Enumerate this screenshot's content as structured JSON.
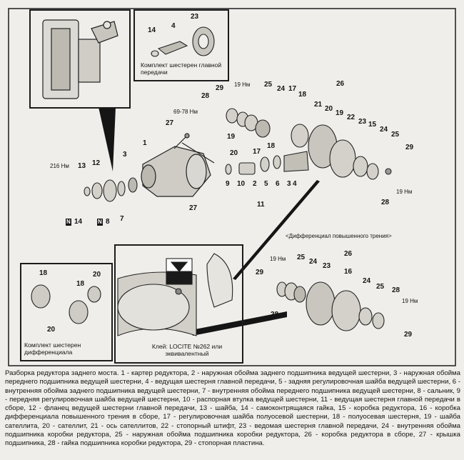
{
  "figure": {
    "inset_main_gears": {
      "title": "Комплект шестерен главной передачи",
      "labels": [
        "14",
        "4",
        "23"
      ]
    },
    "inset_diff_gears": {
      "title": "Комплект шестерен дифференциала",
      "labels": [
        "18",
        "20",
        "18",
        "20"
      ]
    },
    "inset_glue": {
      "title": "Клей: LOCITE №262 или эквивалентный"
    },
    "main_labels": {
      "n1": "1",
      "n3": "3",
      "n12": "12",
      "n13": "13",
      "n27a": "27",
      "n27b": "27",
      "n14": "14",
      "n8": "8",
      "n7": "7",
      "torque_216": "216 Нм",
      "torque_6978": "69-78 Нм",
      "n28a": "28",
      "n29a": "29",
      "torque_19a": "19 Нм",
      "n25a": "25",
      "n24a": "24",
      "n17a": "17",
      "n18a": "18",
      "n26a": "26",
      "n21": "21",
      "n20a": "20",
      "n19a": "19",
      "n22": "22",
      "n23a": "23",
      "n15": "15",
      "n24b": "24",
      "n25b": "25",
      "n19b": "19",
      "n20b": "20",
      "n17b": "17",
      "n18b": "18",
      "n9": "9",
      "n10": "10",
      "n2": "2",
      "n5": "5",
      "n6": "6",
      "n3b": "3",
      "n4": "4",
      "n11": "11",
      "n29b": "29",
      "torque_19b": "19 Нм",
      "n28b": "28"
    },
    "diff_labels": {
      "title": "<Дифференциал повышенного трения>",
      "n26": "26",
      "torque_19c": "19 Нм",
      "n25": "25",
      "n24": "24",
      "n29": "29",
      "n23": "23",
      "n16": "16",
      "n24b": "24",
      "n25b": "25",
      "n28": "28",
      "torque_19d": "19 Нм",
      "n28b": "28",
      "n29b": "29"
    },
    "nord_prefix": "N"
  },
  "caption": "Разборка редуктора заднего моста. 1 - картер редуктора, 2 - наружная обойма заднего подшипника ведущей шестерни, 3 - наружная обойма переднего подшипника ведущей шестерни, 4 - ведущая шестерня главной передачи, 5 - задняя регулировочная шайба ведущей шестерни, 6 - внутренняя обойма заднего подшипника ведущей шестерни, 7 - внутренняя обойма переднего подшипника ведущей шестерни, 8 - сальник, 9 - передняя регулировочная шайба ведущей шестерни, 10 - распорная втулка ведущей шестерни, 11 - ведущая шестерня главной передачи в сборе, 12 - фланец ведущей шестерни главной передачи, 13 - шайба, 14 - самоконтрящаяся гайка, 15 - коробка редуктора, 16 - коробка дифференциала повышенного трения в сборе, 17 - регулировочная шайба полуосевой шестерни, 18 - полуосевая шестерня, 19 - шайба сателлита, 20 - сателлит, 21 - ось сателлитов, 22 - стопорный штифт, 23 - ведомая шестерня главной передачи, 24 - внутренняя обойма подшипника коробки редуктора, 25 - наружная обойма подшипника коробки редуктора, 26 - коробка редуктора в сборе, 27 - крышка подшипника, 28 - гайка подшипника коробки редуктора, 29 - стопорная пластина."
}
